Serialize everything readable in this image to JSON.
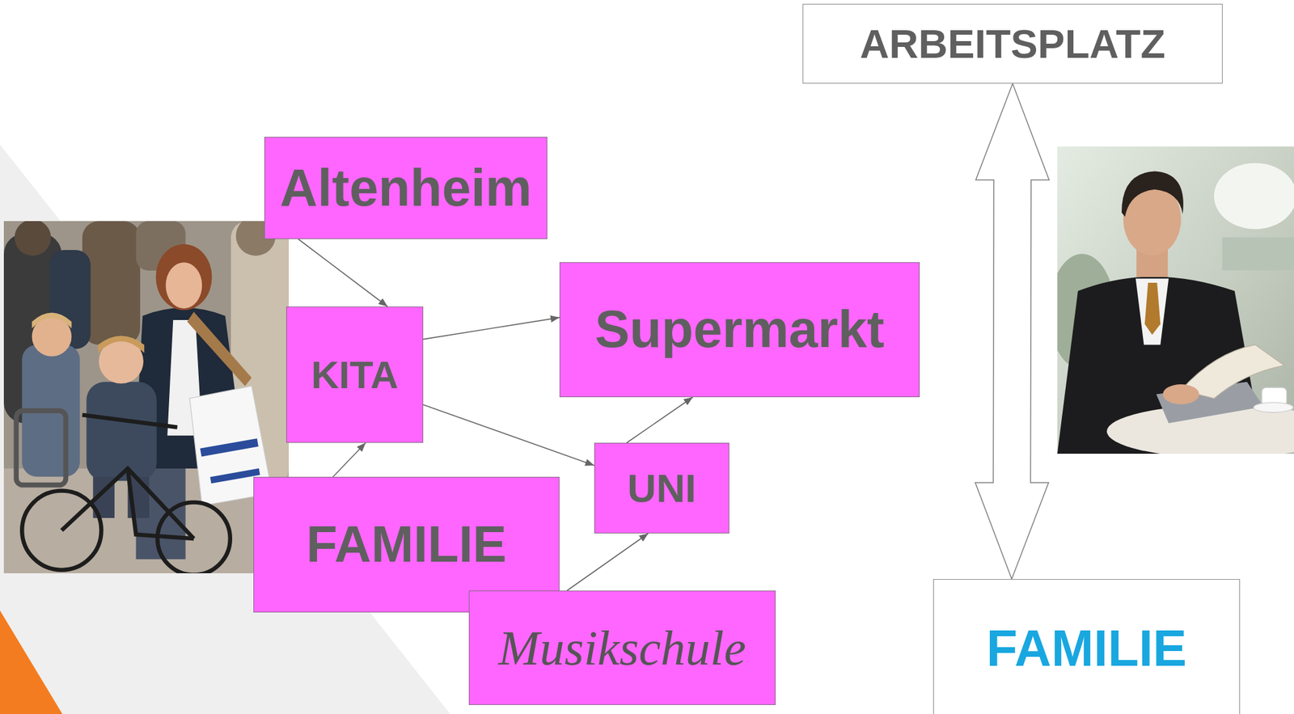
{
  "diagram": {
    "nodes": [
      {
        "text": [
          "Altenheim"
        ]
      },
      {
        "text": [
          "KITA"
        ]
      },
      {
        "text": [
          "Supermarkt"
        ]
      },
      {
        "text": [
          "UNI"
        ]
      },
      {
        "text": [
          "FAMILIE"
        ]
      },
      {
        "text": [
          "Musikschule"
        ]
      },
      {
        "text": [
          "ARBEITSPLATZ"
        ]
      },
      {
        "text": [
          "FAMILIE"
        ]
      }
    ],
    "edges": [
      {
        "from": 0,
        "to": 1,
        "arrow": "to"
      },
      {
        "from": 1,
        "to": 2,
        "arrow": "to"
      },
      {
        "from": 1,
        "to": 3,
        "arrow": "to"
      },
      {
        "from": 4,
        "to": 1,
        "arrow": "to"
      },
      {
        "from": 3,
        "to": 2,
        "arrow": "to"
      },
      {
        "from": 5,
        "to": 3,
        "arrow": "to"
      },
      {
        "from": 6,
        "to": 7,
        "arrow": "both"
      }
    ]
  }
}
